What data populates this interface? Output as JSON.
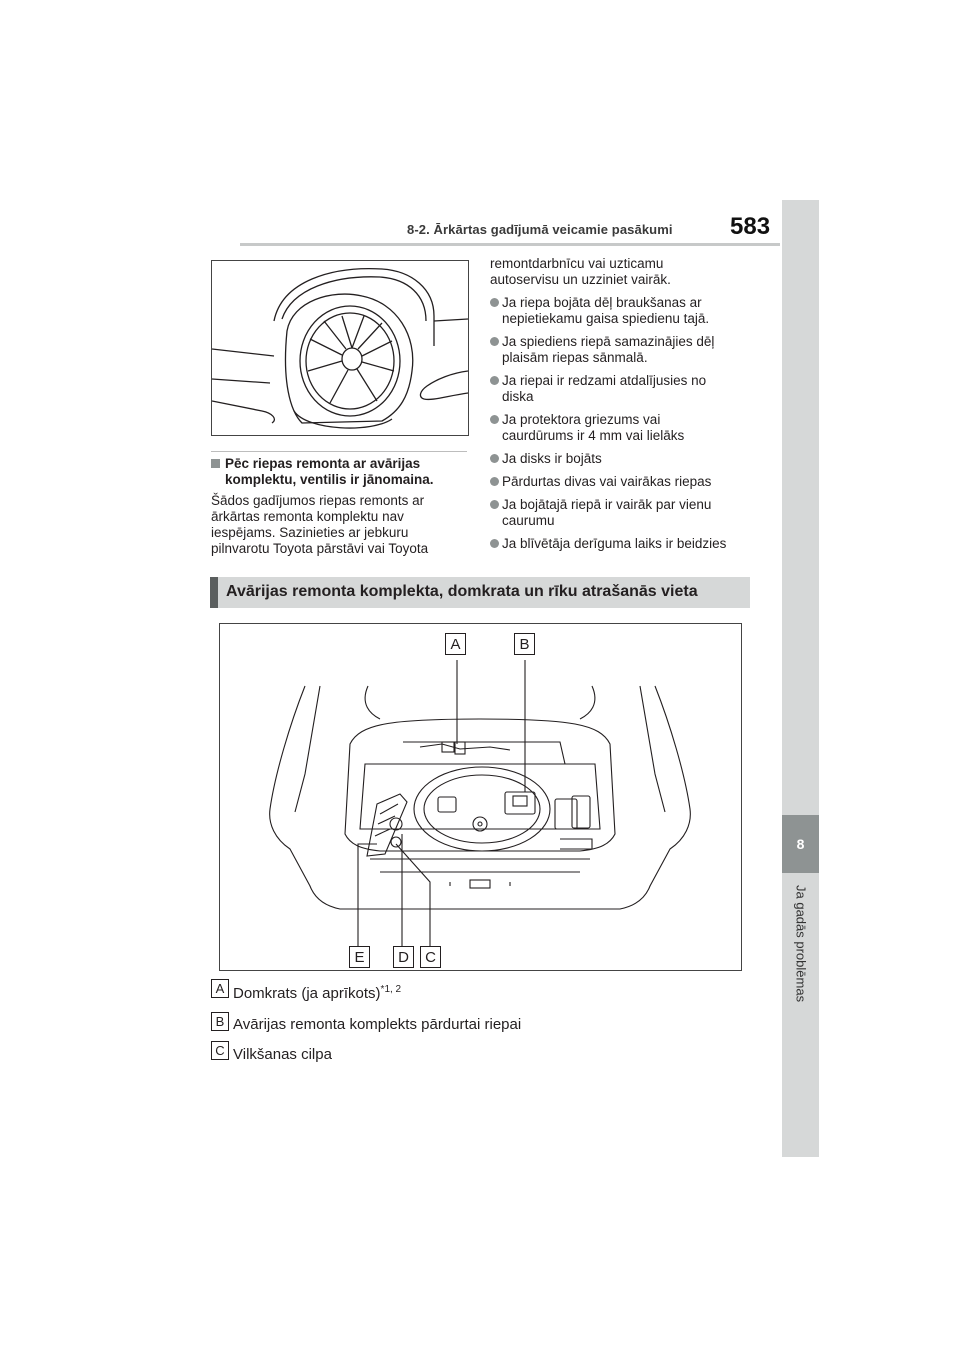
{
  "header": {
    "section": "8-2. Ārkārtas gadījumā veicamie pasākumi",
    "page_number": "583"
  },
  "side_tab": {
    "chapter_number": "8",
    "chapter_title": "Ja gadās problēmas"
  },
  "left_column": {
    "heading": "Pēc riepas remonta ar avārijas komplektu, ventilis ir jānomaina.",
    "heading_line1": "Pēc riepas remonta ar avārijas",
    "heading_line2": "komplektu, ventilis ir jānomaina.",
    "paragraph_lines": [
      "Šādos gadījumos riepas remonts ar",
      "ārkārtas remonta komplektu nav",
      "iespējams. Sazinieties ar jebkuru",
      "pilnvarotu Toyota pārstāvi vai Toyota"
    ]
  },
  "right_column": {
    "intro_lines": [
      "remontdarbnīcu vai uzticamu",
      "autoservisu un uzziniet vairāk."
    ],
    "bullets": [
      [
        "Ja riepa bojāta dēļ braukšanas ar",
        "nepietiekamu gaisa spiedienu tajā."
      ],
      [
        "Ja spiediens riepā samazinājies dēļ",
        "plaisām riepas sānmalā."
      ],
      [
        "Ja riepai ir redzami atdalījusies no",
        "diska"
      ],
      [
        "Ja protektora griezums vai",
        "caurdūrums ir 4 mm vai lielāks"
      ],
      [
        "Ja disks ir bojāts"
      ],
      [
        "Pārdurtas divas vai vairākas riepas"
      ],
      [
        "Ja bojātajā riepā ir vairāk par vienu",
        "caurumu"
      ],
      [
        "Ja blīvētāja derīguma laiks ir beidzies"
      ]
    ]
  },
  "section_banner": "Avārijas remonta komplekta, domkrata un rīku atrašanās vieta",
  "figure_labels": {
    "a": "A",
    "b": "B",
    "c": "C",
    "d": "D",
    "e": "E"
  },
  "items": [
    {
      "label": "A",
      "text": "Domkrats (ja aprīkots)",
      "sup": "*1, 2"
    },
    {
      "label": "B",
      "text": "Avārijas remonta komplekts pārdurtai riepai",
      "sup": ""
    },
    {
      "label": "C",
      "text": "Vilkšanas cilpa",
      "sup": ""
    }
  ]
}
